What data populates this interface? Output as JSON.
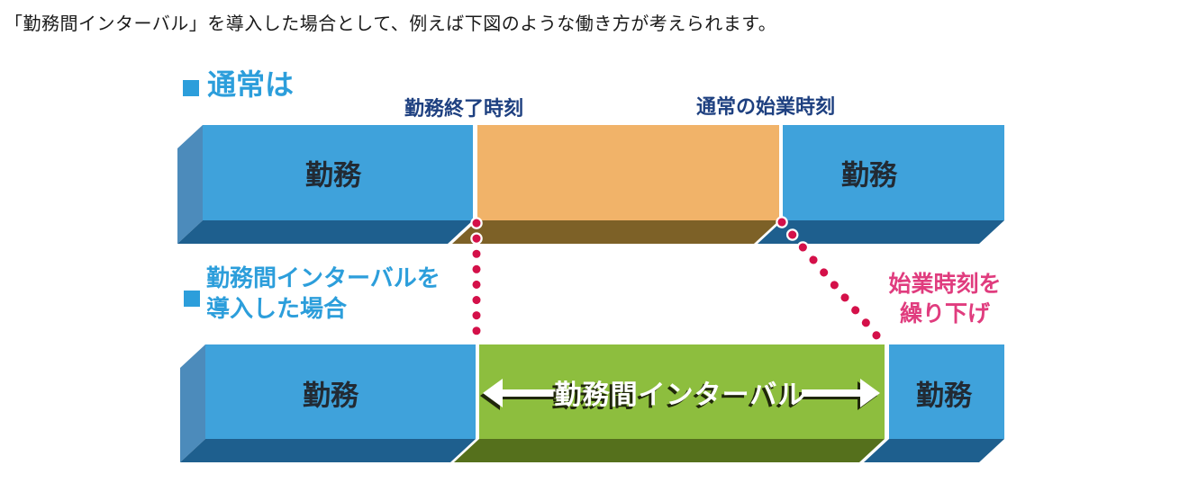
{
  "intro": "「勤務間インターバル」を導入した場合として、例えば下図のような働き方が考えられます。",
  "normal_section": {
    "header": "通常は",
    "end_time_label": "勤務終了時刻",
    "usual_start_label": "通常の始業時刻",
    "work_left_label": "勤務",
    "work_right_label": "勤務"
  },
  "interval_section": {
    "header_line1": "勤務間インターバルを",
    "header_line2": "導入した場合",
    "work_left_label": "勤務",
    "interval_label": "勤務間インターバル",
    "work_right_label": "勤務",
    "annotation_line1": "始業時刻を",
    "annotation_line2": "繰り下げ"
  },
  "icons": {
    "bullet_square": "■",
    "interval_left_arrow": "←",
    "interval_right_arrow": "→",
    "dotted_connector": "•"
  },
  "colors": {
    "header_blue": "#2C9EDB",
    "label_navy": "#1E4080",
    "annotation_pink": "#E03C7E",
    "connector_dot_red": "#D41049",
    "bar_blue_front": "#3FA2DB",
    "bar_blue_side": "#4C8BBB",
    "bar_blue_bottom": "#1E5F8E",
    "bar_orange_front": "#F1B369",
    "bar_orange_bottom": "#7D6127",
    "bar_green_front": "#8DBE3E",
    "bar_green_bottom": "#55701C",
    "bar_text_dark": "#222A33",
    "interval_text_white": "#FFFFFF",
    "arrow_shadow": "#20270b"
  }
}
